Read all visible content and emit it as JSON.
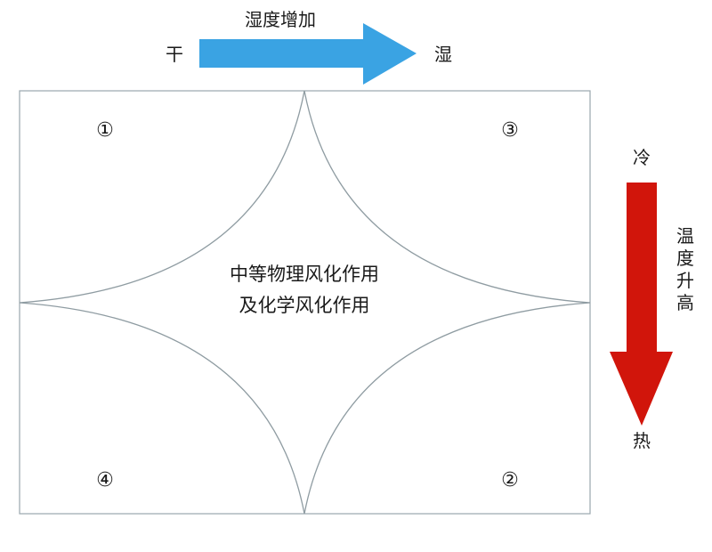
{
  "humidity": {
    "label": "湿度增加",
    "left_label": "干",
    "right_label": "湿",
    "arrow_color": "#3aa3e3"
  },
  "temperature": {
    "top_label": "冷",
    "bottom_label": "热",
    "label_chars": [
      "温",
      "度",
      "升",
      "高"
    ],
    "arrow_color": "#d1150b"
  },
  "center_text": {
    "line1": "中等物理风化作用",
    "line2": "及化学风化作用"
  },
  "corners": {
    "top_left": "①",
    "top_right": "③",
    "bottom_left": "④",
    "bottom_right": "②"
  },
  "colors": {
    "frame": "#9aa7ad",
    "curve": "#8f9ca2"
  }
}
